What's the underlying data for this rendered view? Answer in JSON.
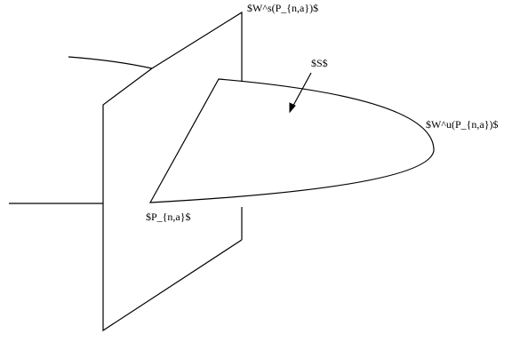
{
  "labels": {
    "stable_manifold": "$W^s(P_{n,a})$",
    "section": "$S$",
    "unstable_manifold": "$W^u(P_{n,a})$",
    "fixed_point": "$P_{n,a}$"
  },
  "colors": {
    "stroke": "#000000",
    "background": "#ffffff"
  }
}
